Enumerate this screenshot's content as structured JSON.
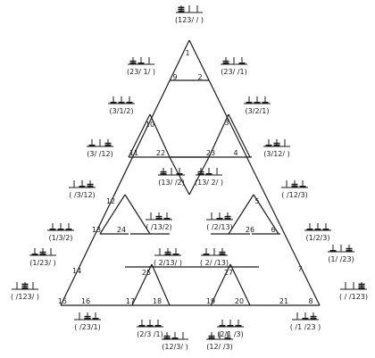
{
  "nodes": [
    {
      "n": "1"
    },
    {
      "n": "2"
    },
    {
      "n": "3"
    },
    {
      "n": "4"
    },
    {
      "n": "5"
    },
    {
      "n": "6"
    },
    {
      "n": "7"
    },
    {
      "n": "8"
    },
    {
      "n": "9"
    },
    {
      "n": "10"
    },
    {
      "n": "11"
    },
    {
      "n": "12"
    },
    {
      "n": "13"
    },
    {
      "n": "14"
    },
    {
      "n": "15"
    },
    {
      "n": "16"
    },
    {
      "n": "17"
    },
    {
      "n": "18"
    },
    {
      "n": "19"
    },
    {
      "n": "20"
    },
    {
      "n": "21"
    },
    {
      "n": "22"
    },
    {
      "n": "23"
    },
    {
      "n": "24"
    },
    {
      "n": "25"
    },
    {
      "n": "26"
    },
    {
      "n": "27"
    }
  ],
  "states": [
    {
      "label": "(123/ / )",
      "pegs": [
        3,
        0,
        0
      ]
    },
    {
      "label": "(23/ 1/ )",
      "pegs": [
        2,
        1,
        0
      ]
    },
    {
      "label": "(23/ /1)",
      "pegs": [
        2,
        0,
        1
      ]
    },
    {
      "label": "(3/1/2)",
      "pegs": [
        1,
        1,
        1
      ]
    },
    {
      "label": "(3/2/1)",
      "pegs": [
        1,
        1,
        1
      ]
    },
    {
      "label": "(3/ /12)",
      "pegs": [
        1,
        0,
        2
      ]
    },
    {
      "label": "(3/12/ )",
      "pegs": [
        1,
        2,
        0
      ]
    },
    {
      "label": "(13/ /2)",
      "pegs": [
        2,
        0,
        1
      ]
    },
    {
      "label": "(13/ 2/ )",
      "pegs": [
        2,
        1,
        0
      ]
    },
    {
      "label": "( /3/12)",
      "pegs": [
        0,
        1,
        2
      ]
    },
    {
      "label": "( /12/3)",
      "pegs": [
        0,
        2,
        1
      ]
    },
    {
      "label": "(1/3/2)",
      "pegs": [
        1,
        1,
        1
      ]
    },
    {
      "label": "( /13/2)",
      "pegs": [
        0,
        2,
        1
      ]
    },
    {
      "label": "( /2/13)",
      "pegs": [
        0,
        1,
        2
      ]
    },
    {
      "label": "(1/2/3)",
      "pegs": [
        1,
        1,
        1
      ]
    },
    {
      "label": "(1/23/ )",
      "pegs": [
        1,
        2,
        0
      ]
    },
    {
      "label": "( 2/13/ )",
      "pegs": [
        0,
        2,
        1
      ]
    },
    {
      "label": "( 2/ /13)",
      "pegs": [
        1,
        0,
        2
      ]
    },
    {
      "label": "(1/ /23)",
      "pegs": [
        1,
        0,
        2
      ]
    },
    {
      "label": "( /123/ )",
      "pegs": [
        0,
        3,
        0
      ]
    },
    {
      "label": "( / /123)",
      "pegs": [
        0,
        0,
        3
      ]
    },
    {
      "label": "( /23/1)",
      "pegs": [
        0,
        2,
        1
      ]
    },
    {
      "label": "(2/3 /1)",
      "pegs": [
        1,
        1,
        1
      ]
    },
    {
      "label": "(2/1 /3)",
      "pegs": [
        1,
        1,
        1
      ]
    },
    {
      "label": "( /1 /23 )",
      "pegs": [
        0,
        1,
        2
      ]
    },
    {
      "label": "(12/3/ )",
      "pegs": [
        2,
        1,
        0
      ]
    },
    {
      "label": "(12/ /3)",
      "pegs": [
        2,
        0,
        1
      ]
    }
  ]
}
